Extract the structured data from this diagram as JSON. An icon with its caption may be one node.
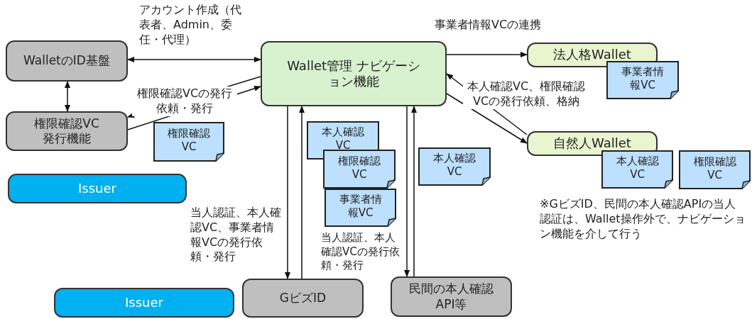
{
  "diagram": {
    "nodes": [
      {
        "text": [
          "WalletのID基盤"
        ]
      },
      {
        "text": [
          "Wallet管理 ナビゲーション機能"
        ]
      },
      {
        "text": [
          "権限確認VC 発行機能"
        ]
      },
      {
        "text": [
          "法人格Wallet"
        ]
      },
      {
        "text": [
          "事業者情報VC"
        ]
      },
      {
        "text": [
          "自然人Wallet"
        ]
      },
      {
        "text": [
          "本人確認VC"
        ]
      },
      {
        "text": [
          "権限確認VC"
        ]
      },
      {
        "text": [
          "権限確認VC"
        ]
      },
      {
        "text": [
          "本人確認VC"
        ]
      },
      {
        "text": [
          "権限確認VC"
        ]
      },
      {
        "text": [
          "事業者情報VC"
        ]
      },
      {
        "text": [
          "本人確認VC"
        ]
      },
      {
        "text": [
          "Issuer"
        ]
      },
      {
        "text": [
          "Issuer"
        ]
      },
      {
        "text": [
          "GビズID"
        ]
      },
      {
        "text": [
          "民間の本人確認API等"
        ]
      }
    ],
    "edges": [
      {
        "from": 0,
        "to": 1,
        "arrow": "both",
        "label": "アカウント作成（代表者、Admin、委任・代理）"
      },
      {
        "from": 0,
        "to": 2,
        "arrow": "both"
      },
      {
        "from": 1,
        "to": 2,
        "arrow": "to",
        "label": "権限確認VCの発行依頼・発行"
      },
      {
        "from": 2,
        "to": 1,
        "arrow": "to"
      },
      {
        "from": 1,
        "to": 3,
        "arrow": "to",
        "label": "事業者情報VCの連携"
      },
      {
        "from": 5,
        "to": 1,
        "arrow": "to",
        "label": "本人確認VC、権限確認VCの発行依頼、格納"
      },
      {
        "from": 1,
        "to": 5,
        "arrow": "to"
      },
      {
        "from": 1,
        "to": 15,
        "arrow": "to",
        "label": "当人認証、本人確認VC、事業者情報VCの発行依頼・発行"
      },
      {
        "from": 15,
        "to": 1,
        "arrow": "to"
      },
      {
        "from": 1,
        "to": 16,
        "arrow": "to",
        "label": "当人認証、本人確認VCの発行依頼・発行"
      },
      {
        "from": 16,
        "to": 1,
        "arrow": "to"
      }
    ],
    "labels": [
      "※GビズID、民間の本人確認APIの当人認証は、Wallet操作外で、ナビゲーション機能を介して行う"
    ]
  }
}
